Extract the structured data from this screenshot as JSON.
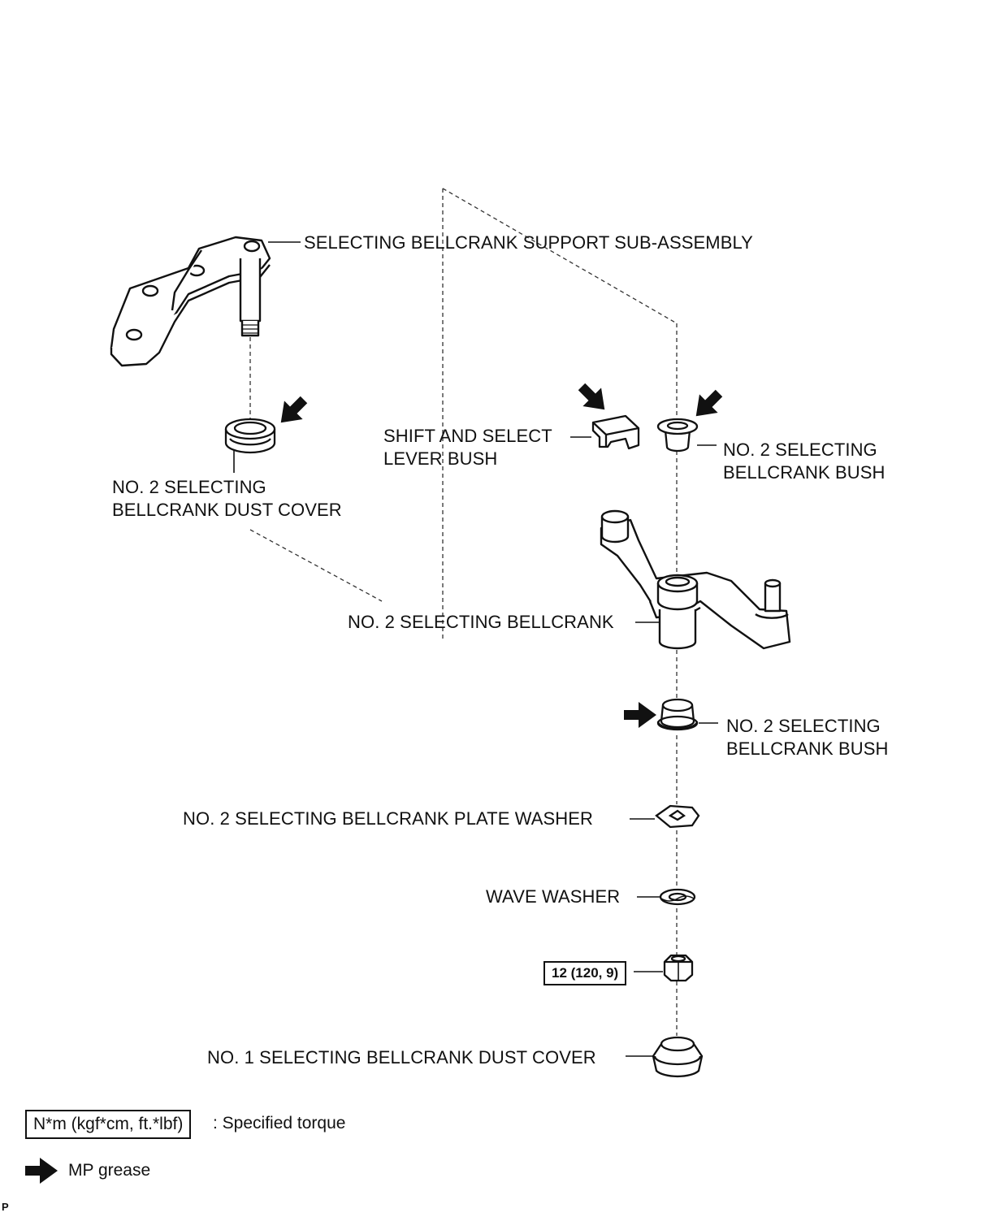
{
  "labels": {
    "support_sub_assembly": "SELECTING BELLCRANK SUPPORT SUB-ASSEMBLY",
    "dust_cover_no2_line1": "NO. 2 SELECTING",
    "dust_cover_no2_line2": "BELLCRANK DUST COVER",
    "lever_bush_line1": "SHIFT AND SELECT",
    "lever_bush_line2": "LEVER BUSH",
    "bush_upper_line1": "NO. 2 SELECTING",
    "bush_upper_line2": "BELLCRANK BUSH",
    "bellcrank": "NO. 2 SELECTING BELLCRANK",
    "bush_lower_line1": "NO. 2 SELECTING",
    "bush_lower_line2": "BELLCRANK BUSH",
    "plate_washer": "NO. 2 SELECTING BELLCRANK PLATE WASHER",
    "wave_washer": "WAVE WASHER",
    "torque_value": "12 (120, 9)",
    "dust_cover_no1": "NO. 1 SELECTING BELLCRANK DUST COVER"
  },
  "legend": {
    "torque_unit": "N*m (kgf*cm, ft.*lbf)",
    "torque_text": ": Specified torque",
    "grease_text": "MP grease"
  },
  "corner_mark": "P",
  "icons": [
    "grease-arrow-icon"
  ]
}
